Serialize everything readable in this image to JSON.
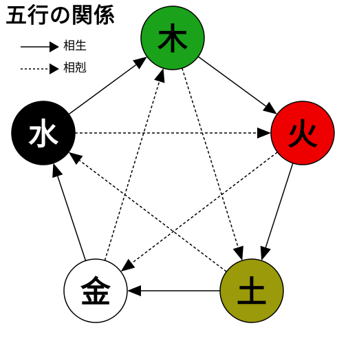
{
  "title": "五行の関係",
  "legend": {
    "generating": "相生",
    "overcoming": "相剋"
  },
  "nodes": [
    {
      "id": "wood",
      "label": "木",
      "fill": "#1aa21a",
      "text_color": "#000000"
    },
    {
      "id": "fire",
      "label": "火",
      "fill": "#ee0000",
      "text_color": "#000000"
    },
    {
      "id": "earth",
      "label": "土",
      "fill": "#9a9a0a",
      "text_color": "#000000"
    },
    {
      "id": "metal",
      "label": "金",
      "fill": "#ffffff",
      "text_color": "#000000"
    },
    {
      "id": "water",
      "label": "水",
      "fill": "#000000",
      "text_color": "#ffffff"
    }
  ],
  "edges": [
    {
      "from": "wood",
      "to": "fire",
      "type": "generating"
    },
    {
      "from": "fire",
      "to": "earth",
      "type": "generating"
    },
    {
      "from": "earth",
      "to": "metal",
      "type": "generating"
    },
    {
      "from": "metal",
      "to": "water",
      "type": "generating"
    },
    {
      "from": "water",
      "to": "wood",
      "type": "generating"
    },
    {
      "from": "wood",
      "to": "earth",
      "type": "overcoming"
    },
    {
      "from": "earth",
      "to": "water",
      "type": "overcoming"
    },
    {
      "from": "water",
      "to": "fire",
      "type": "overcoming"
    },
    {
      "from": "fire",
      "to": "metal",
      "type": "overcoming"
    },
    {
      "from": "metal",
      "to": "wood",
      "type": "overcoming"
    }
  ]
}
